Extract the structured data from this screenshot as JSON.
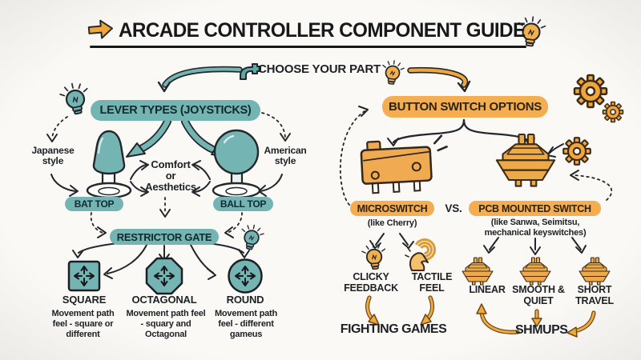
{
  "colors": {
    "teal": "#74b5b4",
    "orange": "#f4ae51",
    "ink": "#1d2024"
  },
  "title": {
    "text": "ARCADE CONTROLLER COMPONENT GUIDE"
  },
  "choose": {
    "label": "CHOOSE YOUR PART"
  },
  "lever": {
    "header": "LEVER TYPES (JOYSTICKS)",
    "japanese": "Japanese style",
    "american": "American style",
    "comfort": {
      "line1": "Comfort",
      "line2": "or",
      "line3": "Aesthetics"
    },
    "bat": "BAT TOP",
    "ball": "BALL TOP",
    "restrictor": "RESTRICTOR GATE",
    "gates": [
      {
        "label": "SQUARE",
        "desc": "Movement path feel - square or different"
      },
      {
        "label": "OCTAGONAL",
        "desc": "Movement path feel - squary and Octagonal"
      },
      {
        "label": "ROUND",
        "desc": "Movement path feel - different gameus"
      }
    ]
  },
  "buttons": {
    "header": "BUTTON SWITCH OPTIONS",
    "micro": "MICROSWITCH",
    "micro_sub": "(like Cherry)",
    "vs": "VS.",
    "pcb": "PCB MOUNTED SWITCH",
    "pcb_sub": "(like Sanwa, Seimitsu, mechanical keyswitches)",
    "micro_traits": [
      {
        "label": "CLICKY FEEDBACK"
      },
      {
        "label": "TACTILE FEEL"
      }
    ],
    "pcb_traits": [
      {
        "label": "LINEAR"
      },
      {
        "label": "SMOOTH & QUIET"
      },
      {
        "label": "SHORT TRAVEL"
      }
    ],
    "micro_genre": "FIGHTING GAMES",
    "pcb_genre": "SHMUPS"
  }
}
